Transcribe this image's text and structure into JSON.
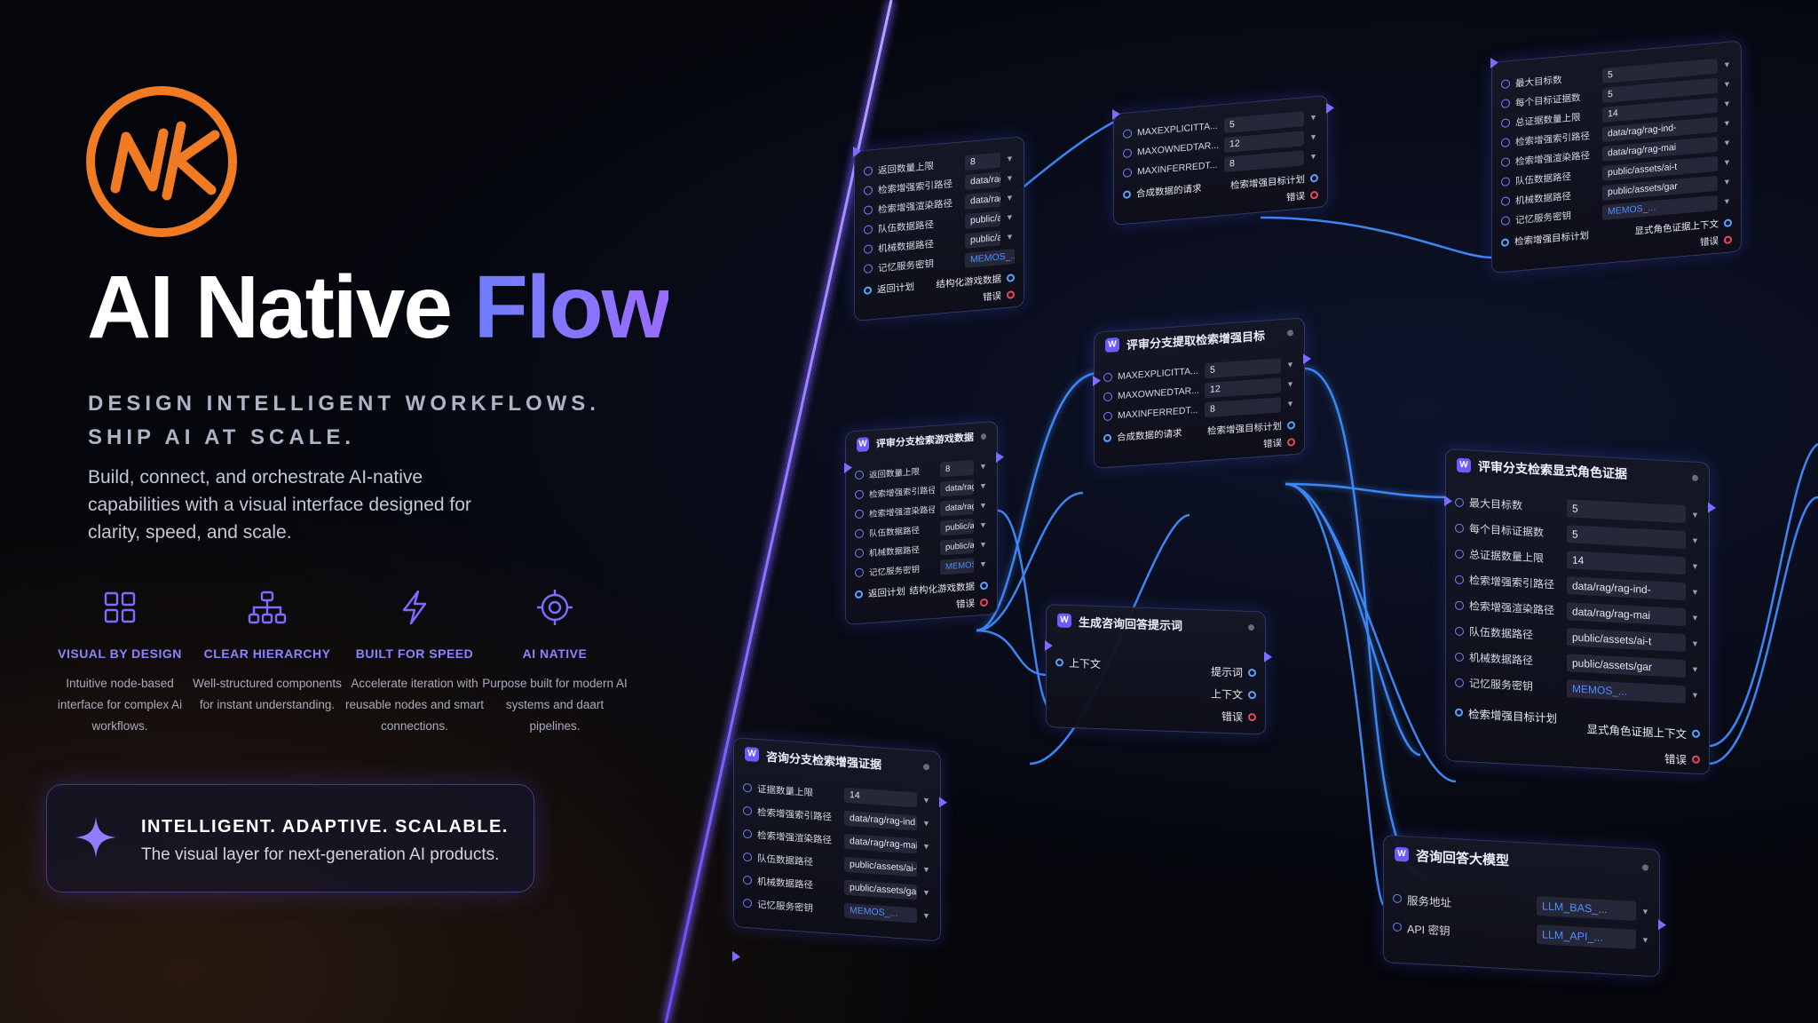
{
  "brand": {
    "logo_text": "NK",
    "logo_color": "#f07b22"
  },
  "hero": {
    "title_main": "AI Native ",
    "title_accent": "Flow",
    "tagline_1": "DESIGN INTELLIGENT WORKFLOWS.",
    "tagline_2": "SHIP AI AT SCALE.",
    "description": "Build, connect, and orchestrate AI-native capabilities with a visual interface designed for clarity, speed, and scale."
  },
  "features": [
    {
      "icon": "grid-icon",
      "title": "VISUAL BY DESIGN",
      "desc": "Intuitive node-based interface for complex Ai workflows."
    },
    {
      "icon": "hierarchy-icon",
      "title": "CLEAR HIERARCHY",
      "desc": "Well-structured components for instant understanding."
    },
    {
      "icon": "bolt-icon",
      "title": "BUILT FOR SPEED",
      "desc": "Accelerate iteration with reusable nodes and smart connections."
    },
    {
      "icon": "target-icon",
      "title": "AI NATIVE",
      "desc": "Purpose built for modern AI systems and daart pipelines."
    }
  ],
  "promo": {
    "title": "INTELLIGENT. ADAPTIVE. SCALABLE.",
    "subtitle": "The visual layer for next-generation AI products."
  },
  "colors": {
    "accent": "#7d6cff",
    "wire": "#3f8cff",
    "error": "#e8485a",
    "background": "#05060b"
  },
  "nodes": {
    "n1": {
      "rows": [
        {
          "label": "返回数量上限",
          "value": "8"
        },
        {
          "label": "检索增强索引路径",
          "value": "data/rag/rag-ind"
        },
        {
          "label": "检索增强渲染路径",
          "value": "data/rag/rag-mai"
        },
        {
          "label": "队伍数据路径",
          "value": "public/assets/ai-t"
        },
        {
          "label": "机械数据路径",
          "value": "public/assets/gar"
        },
        {
          "label": "记忆服务密钥",
          "value": "MEMOS_..."
        }
      ],
      "foot_left": "返回计划",
      "out_1": "结构化游戏数据",
      "out_err": "错误"
    },
    "n2": {
      "rows": [
        {
          "label": "MAXEXPLICITTA...",
          "value": "5"
        },
        {
          "label": "MAXOWNEDTAR...",
          "value": "12"
        },
        {
          "label": "MAXINFERREDT...",
          "value": "8"
        }
      ],
      "foot_left": "合成数据的请求",
      "out_1": "检索增强目标计划",
      "out_err": "错误"
    },
    "n3": {
      "rows": [
        {
          "label": "最大目标数",
          "value": "5"
        },
        {
          "label": "每个目标证据数",
          "value": "5"
        },
        {
          "label": "总证据数量上限",
          "value": "14"
        },
        {
          "label": "检索增强索引路径",
          "value": "data/rag/rag-ind-"
        },
        {
          "label": "检索增强渲染路径",
          "value": "data/rag/rag-mai"
        },
        {
          "label": "队伍数据路径",
          "value": "public/assets/ai-t"
        },
        {
          "label": "机械数据路径",
          "value": "public/assets/gar"
        },
        {
          "label": "记忆服务密钥",
          "value": "MEMOS_..."
        }
      ],
      "foot_left": "检索增强目标计划",
      "out_1": "显式角色证据上下文",
      "out_err": "错误"
    },
    "n4": {
      "title": "评审分支提取检索增强目标",
      "rows": [
        {
          "label": "MAXEXPLICITTA...",
          "value": "5"
        },
        {
          "label": "MAXOWNEDTAR...",
          "value": "12"
        },
        {
          "label": "MAXINFERREDT...",
          "value": "8"
        }
      ],
      "foot_left": "合成数据的请求",
      "out_1": "检索增强目标计划",
      "out_err": "错误"
    },
    "n5": {
      "title": "评审分支检索游戏数据",
      "rows": [
        {
          "label": "返回数量上限",
          "value": "8"
        },
        {
          "label": "检索增强索引路径",
          "value": "data/rag/rag-ind"
        },
        {
          "label": "检索增强渲染路径",
          "value": "data/rag/rag-mai"
        },
        {
          "label": "队伍数据路径",
          "value": "public/assets/ai-t"
        },
        {
          "label": "机械数据路径",
          "value": "public/assets/gar"
        },
        {
          "label": "记忆服务密钥",
          "value": "MEMOS_..."
        }
      ],
      "foot_left": "返回计划",
      "out_1": "结构化游戏数据",
      "out_err": "错误"
    },
    "n6": {
      "title": "评审分支检索显式角色证据",
      "rows": [
        {
          "label": "最大目标数",
          "value": "5"
        },
        {
          "label": "每个目标证据数",
          "value": "5"
        },
        {
          "label": "总证据数量上限",
          "value": "14"
        },
        {
          "label": "检索增强索引路径",
          "value": "data/rag/rag-ind-"
        },
        {
          "label": "检索增强渲染路径",
          "value": "data/rag/rag-mai"
        },
        {
          "label": "队伍数据路径",
          "value": "public/assets/ai-t"
        },
        {
          "label": "机械数据路径",
          "value": "public/assets/gar"
        },
        {
          "label": "记忆服务密钥",
          "value": "MEMOS_..."
        }
      ],
      "foot_left": "检索增强目标计划",
      "out_1": "显式角色证据上下文",
      "out_err": "错误"
    },
    "n7": {
      "title": "生成咨询回答提示词",
      "foot_left": "上下文",
      "out_1": "提示词",
      "out_2": "上下文",
      "out_err": "错误"
    },
    "n8": {
      "title": "咨询分支检索增强证据",
      "rows": [
        {
          "label": "证据数量上限",
          "value": "14"
        },
        {
          "label": "检索增强索引路径",
          "value": "data/rag/rag-ind"
        },
        {
          "label": "检索增强渲染路径",
          "value": "data/rag/rag-mai"
        },
        {
          "label": "队伍数据路径",
          "value": "public/assets/ai-t"
        },
        {
          "label": "机械数据路径",
          "value": "public/assets/gar"
        },
        {
          "label": "记忆服务密钥",
          "value": "MEMOS_..."
        }
      ]
    },
    "n9": {
      "title": "咨询回答大模型",
      "rows": [
        {
          "label": "服务地址",
          "value": "LLM_BAS_..."
        },
        {
          "label": "API 密钥",
          "value": "LLM_API_..."
        }
      ]
    }
  }
}
